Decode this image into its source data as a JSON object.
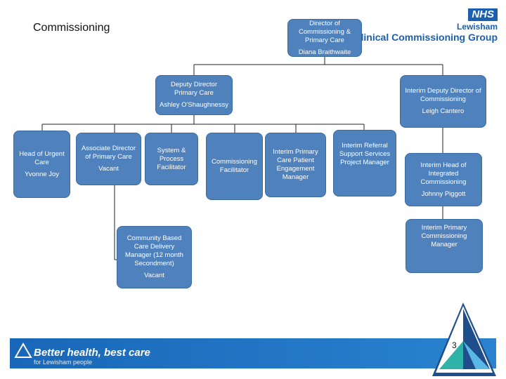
{
  "header": {
    "title": "Commissioning",
    "logo": {
      "badge": "NHS",
      "line1": "Lewisham",
      "line2": "Clinical Commissioning Group"
    }
  },
  "org": {
    "director": {
      "role": "Director of Commissioning & Primary Care",
      "name": "Diana Braithwaite"
    },
    "deputy_primary": {
      "role": "Deputy Director Primary Care",
      "name": "Ashley O'Shaughnessy"
    },
    "deputy_commissioning": {
      "role": "Interim Deputy Director of Commissioning",
      "name": "Leigh Cantero"
    },
    "urgent_care": {
      "role": "Head of Urgent Care",
      "name": "Yvonne Joy"
    },
    "associate_director": {
      "role": "Associate Director of Primary Care",
      "name": "Vacant"
    },
    "system_process": {
      "role": "System & Process Facilitator"
    },
    "commissioning_facilitator": {
      "role": "Commissioning Facilitator"
    },
    "patient_engagement": {
      "role": "Interim Primary Care Patient Engagement Manager"
    },
    "referral_support": {
      "role": "Interim Referral Support Services Project Manager"
    },
    "integrated": {
      "role": "Interim Head of Integrated Commissioning",
      "name": "Johnny Piggott"
    },
    "community_care": {
      "role": "Community Based Care Delivery Manager (12 month Secondment)",
      "name": "Vacant"
    },
    "primary_manager": {
      "role": "Interim Primary Commissioning Manager"
    }
  },
  "footer": {
    "tagline": "Better health, best care",
    "subline": "for Lewisham people",
    "page_number": "3"
  },
  "colors": {
    "box": "#4f81bd",
    "footer": "#1967b8",
    "triangle_dark": "#1e4f8c",
    "triangle_teal": "#2fb3a8"
  }
}
